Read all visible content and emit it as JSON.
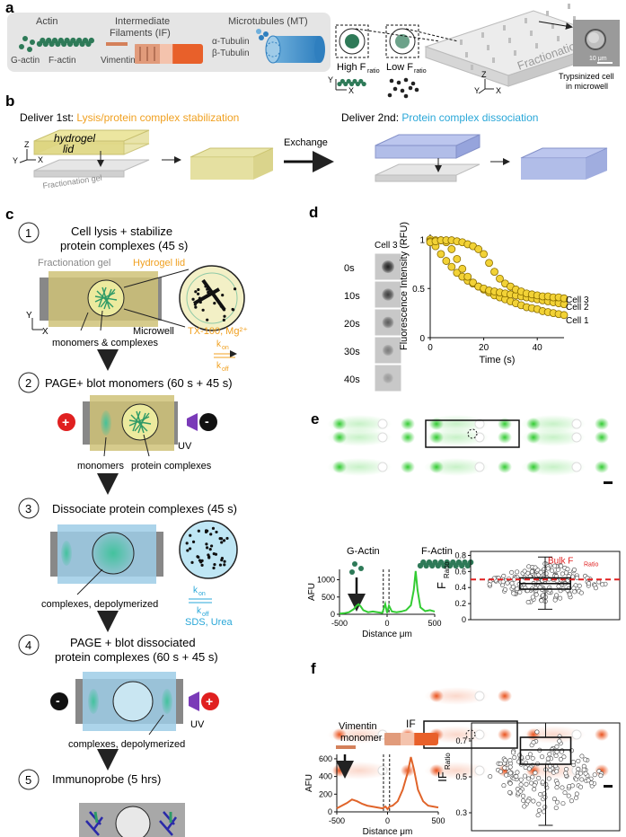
{
  "panel_a": {
    "letter": "a",
    "actin": "Actin",
    "g_actin": "G-actin",
    "f_actin": "F-actin",
    "if_title_1": "Intermediate",
    "if_title_2": "Filaments (IF)",
    "vimentin": "Vimentin",
    "mt_title": "Microtubules (MT)",
    "alpha_tubulin": "α-Tubulin",
    "beta_tubulin": "β-Tubulin",
    "high": "High F",
    "low": "Low F",
    "ratio_sub": "ratio",
    "gel_label": "Fractionation gel",
    "scale": "10 μm",
    "cell_1": "Trypsinized cell",
    "cell_2": "in microwell"
  },
  "panel_b": {
    "letter": "b",
    "first_prefix": "Deliver 1st: ",
    "first_text": "Lysis/protein complex stabilization",
    "second_prefix": "Deliver 2nd: ",
    "second_text": "Protein complex dissociation",
    "hydrogel_1": "hydrogel",
    "hydrogel_2": "lid",
    "frac_gel": "Fractionation gel",
    "exchange": "Exchange"
  },
  "panel_c": {
    "letter": "c",
    "s1_num": "1",
    "s1_t1": "Cell lysis + stabilize",
    "s1_t2": "protein complexes (45 s)",
    "frac_gel": "Fractionation gel",
    "hydrogel_lid": "Hydrogel lid",
    "microwell": "Microwell",
    "tx": "TX-100, Mg²⁺",
    "monomers_complexes": "monomers & complexes",
    "k_on": "on",
    "k_off": "off",
    "s2_num": "2",
    "s2_t": "PAGE+ blot monomers (60 s + 45 s)",
    "monomers": "monomers",
    "protein_complexes": "protein complexes",
    "uv": "UV",
    "s3_num": "3",
    "s3_t": "Dissociate protein complexes (45 s)",
    "complexes_depol": "complexes, depolymerized",
    "sds": "SDS, Urea",
    "s4_num": "4",
    "s4_t1": "PAGE + blot dissociated",
    "s4_t2": "protein complexes (60 s + 45 s)",
    "s5_num": "5",
    "s5_t": "Immunoprobe (5 hrs)"
  },
  "panel_d": {
    "letter": "d",
    "cell3": "Cell 3",
    "times": [
      "0s",
      "10s",
      "20s",
      "30s",
      "40s"
    ],
    "ylabel": "Fluorescence Intensity (RFU)",
    "xlabel": "Time (s)",
    "legend": [
      "Cell 3",
      "Cell 2",
      "Cell 1"
    ]
  },
  "panel_e": {
    "letter": "e",
    "g_actin": "G-Actin",
    "f_actin": "F-Actin",
    "afu": "AFU",
    "distance": "Distance μm",
    "bulk": "Bulk F",
    "f": "F",
    "ratio": "Ratio"
  },
  "panel_f": {
    "letter": "f",
    "vim_1": "Vimentin",
    "vim_2": "monomer",
    "if_label": "IF",
    "afu": "AFU",
    "distance": "Distance μm",
    "if_axis": "IF",
    "ratio": "Ratio"
  },
  "chart_data": [
    {
      "type": "scatter",
      "id": "d",
      "xlabel": "Time (s)",
      "ylabel": "Fluorescence Intensity (RFU)",
      "xlim": [
        0,
        50
      ],
      "ylim": [
        0,
        1.05
      ],
      "xticks": [
        0,
        20,
        40
      ],
      "yticks": [
        0,
        0.5,
        1
      ],
      "color": "#f2d236",
      "series": [
        {
          "name": "Cell 1",
          "x": [
            0,
            2,
            4,
            6,
            8,
            10,
            12,
            14,
            16,
            18,
            20,
            22,
            24,
            26,
            28,
            30,
            32,
            34,
            36,
            38,
            40,
            42,
            44,
            46,
            48,
            50
          ],
          "y": [
            1.0,
            0.93,
            0.85,
            0.78,
            0.72,
            0.66,
            0.62,
            0.58,
            0.55,
            0.52,
            0.49,
            0.46,
            0.43,
            0.41,
            0.39,
            0.37,
            0.35,
            0.33,
            0.31,
            0.3,
            0.29,
            0.27,
            0.26,
            0.25,
            0.24,
            0.23
          ]
        },
        {
          "name": "Cell 2",
          "x": [
            0,
            2,
            4,
            6,
            8,
            10,
            12,
            14,
            16,
            18,
            20,
            22,
            24,
            26,
            28,
            30,
            32,
            34,
            36,
            38,
            40,
            42,
            44,
            46,
            48,
            50
          ],
          "y": [
            0.98,
            0.99,
            0.99,
            0.97,
            0.9,
            0.8,
            0.7,
            0.62,
            0.56,
            0.52,
            0.5,
            0.48,
            0.47,
            0.46,
            0.45,
            0.44,
            0.43,
            0.42,
            0.41,
            0.4,
            0.39,
            0.38,
            0.37,
            0.36,
            0.35,
            0.34
          ]
        },
        {
          "name": "Cell 3",
          "x": [
            0,
            2,
            4,
            6,
            8,
            10,
            12,
            14,
            16,
            18,
            20,
            22,
            24,
            26,
            28,
            30,
            32,
            34,
            36,
            38,
            40,
            42,
            44,
            46,
            48,
            50
          ],
          "y": [
            0.97,
            0.98,
            0.99,
            0.99,
            0.99,
            0.98,
            0.97,
            0.95,
            0.93,
            0.9,
            0.85,
            0.76,
            0.67,
            0.6,
            0.55,
            0.52,
            0.49,
            0.47,
            0.45,
            0.44,
            0.43,
            0.42,
            0.42,
            0.41,
            0.41,
            0.4
          ]
        }
      ]
    },
    {
      "type": "line",
      "id": "e-profile",
      "xlabel": "Distance μm",
      "ylabel": "AFU",
      "xlim": [
        -500,
        500
      ],
      "ylim": [
        0,
        1300
      ],
      "xticks": [
        -500,
        0,
        500
      ],
      "yticks": [
        0,
        500,
        1000
      ],
      "color": "#33cc33",
      "x": [
        -500,
        -450,
        -400,
        -350,
        -320,
        -300,
        -280,
        -250,
        -200,
        -150,
        -100,
        -50,
        -20,
        0,
        20,
        50,
        100,
        150,
        200,
        250,
        280,
        300,
        320,
        350,
        400,
        450,
        500
      ],
      "y": [
        20,
        30,
        60,
        150,
        250,
        290,
        240,
        120,
        60,
        80,
        60,
        40,
        300,
        40,
        250,
        80,
        60,
        80,
        120,
        260,
        700,
        1250,
        700,
        200,
        90,
        120,
        80
      ]
    },
    {
      "type": "box",
      "id": "e-box",
      "ylabel": "F Ratio",
      "ylim": [
        0,
        0.85
      ],
      "yticks": [
        0,
        0.2,
        0.4,
        0.6,
        0.8
      ],
      "whisker_low": 0.13,
      "q1": 0.38,
      "median": 0.45,
      "q3": 0.52,
      "whisker_high": 0.78,
      "bulk": 0.5
    },
    {
      "type": "line",
      "id": "f-profile",
      "xlabel": "Distance μm",
      "ylabel": "AFU",
      "xlim": [
        -500,
        500
      ],
      "ylim": [
        0,
        650
      ],
      "xticks": [
        -500,
        0,
        500
      ],
      "yticks": [
        0,
        200,
        400,
        600
      ],
      "color": "#e0642a",
      "x": [
        -500,
        -450,
        -400,
        -350,
        -300,
        -250,
        -200,
        -150,
        -100,
        -50,
        -20,
        0,
        20,
        50,
        100,
        150,
        200,
        230,
        260,
        300,
        350,
        400,
        450,
        500
      ],
      "y": [
        40,
        70,
        100,
        140,
        120,
        90,
        70,
        60,
        50,
        40,
        60,
        30,
        60,
        70,
        120,
        250,
        450,
        620,
        480,
        250,
        120,
        70,
        60,
        50
      ]
    },
    {
      "type": "box",
      "id": "f-box",
      "ylabel": "IF Ratio",
      "ylim": [
        0.2,
        0.8
      ],
      "yticks": [
        0.3,
        0.5,
        0.7
      ],
      "whisker_low": 0.23,
      "q1": 0.57,
      "median": 0.65,
      "q3": 0.72,
      "whisker_high": 0.8
    }
  ]
}
